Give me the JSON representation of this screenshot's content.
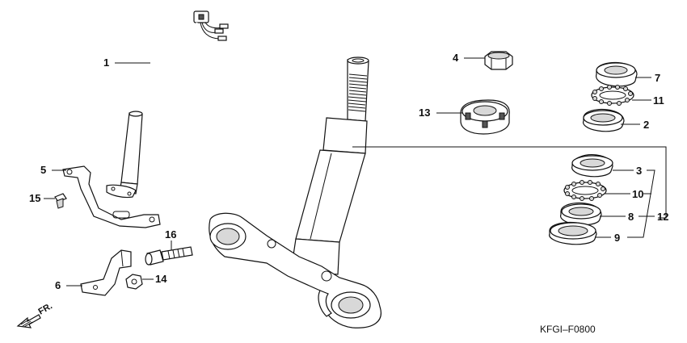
{
  "diagram_code": "KFGI–F0800",
  "direction_label": "FR.",
  "callouts": [
    {
      "id": "1",
      "label": "1"
    },
    {
      "id": "2",
      "label": "2"
    },
    {
      "id": "3",
      "label": "3"
    },
    {
      "id": "4",
      "label": "4"
    },
    {
      "id": "5",
      "label": "5"
    },
    {
      "id": "6",
      "label": "6"
    },
    {
      "id": "7",
      "label": "7"
    },
    {
      "id": "8",
      "label": "8"
    },
    {
      "id": "9",
      "label": "9"
    },
    {
      "id": "10",
      "label": "10"
    },
    {
      "id": "11",
      "label": "11"
    },
    {
      "id": "12",
      "label": "12"
    },
    {
      "id": "13",
      "label": "13"
    },
    {
      "id": "14",
      "label": "14"
    },
    {
      "id": "15",
      "label": "15"
    },
    {
      "id": "16",
      "label": "16"
    }
  ]
}
